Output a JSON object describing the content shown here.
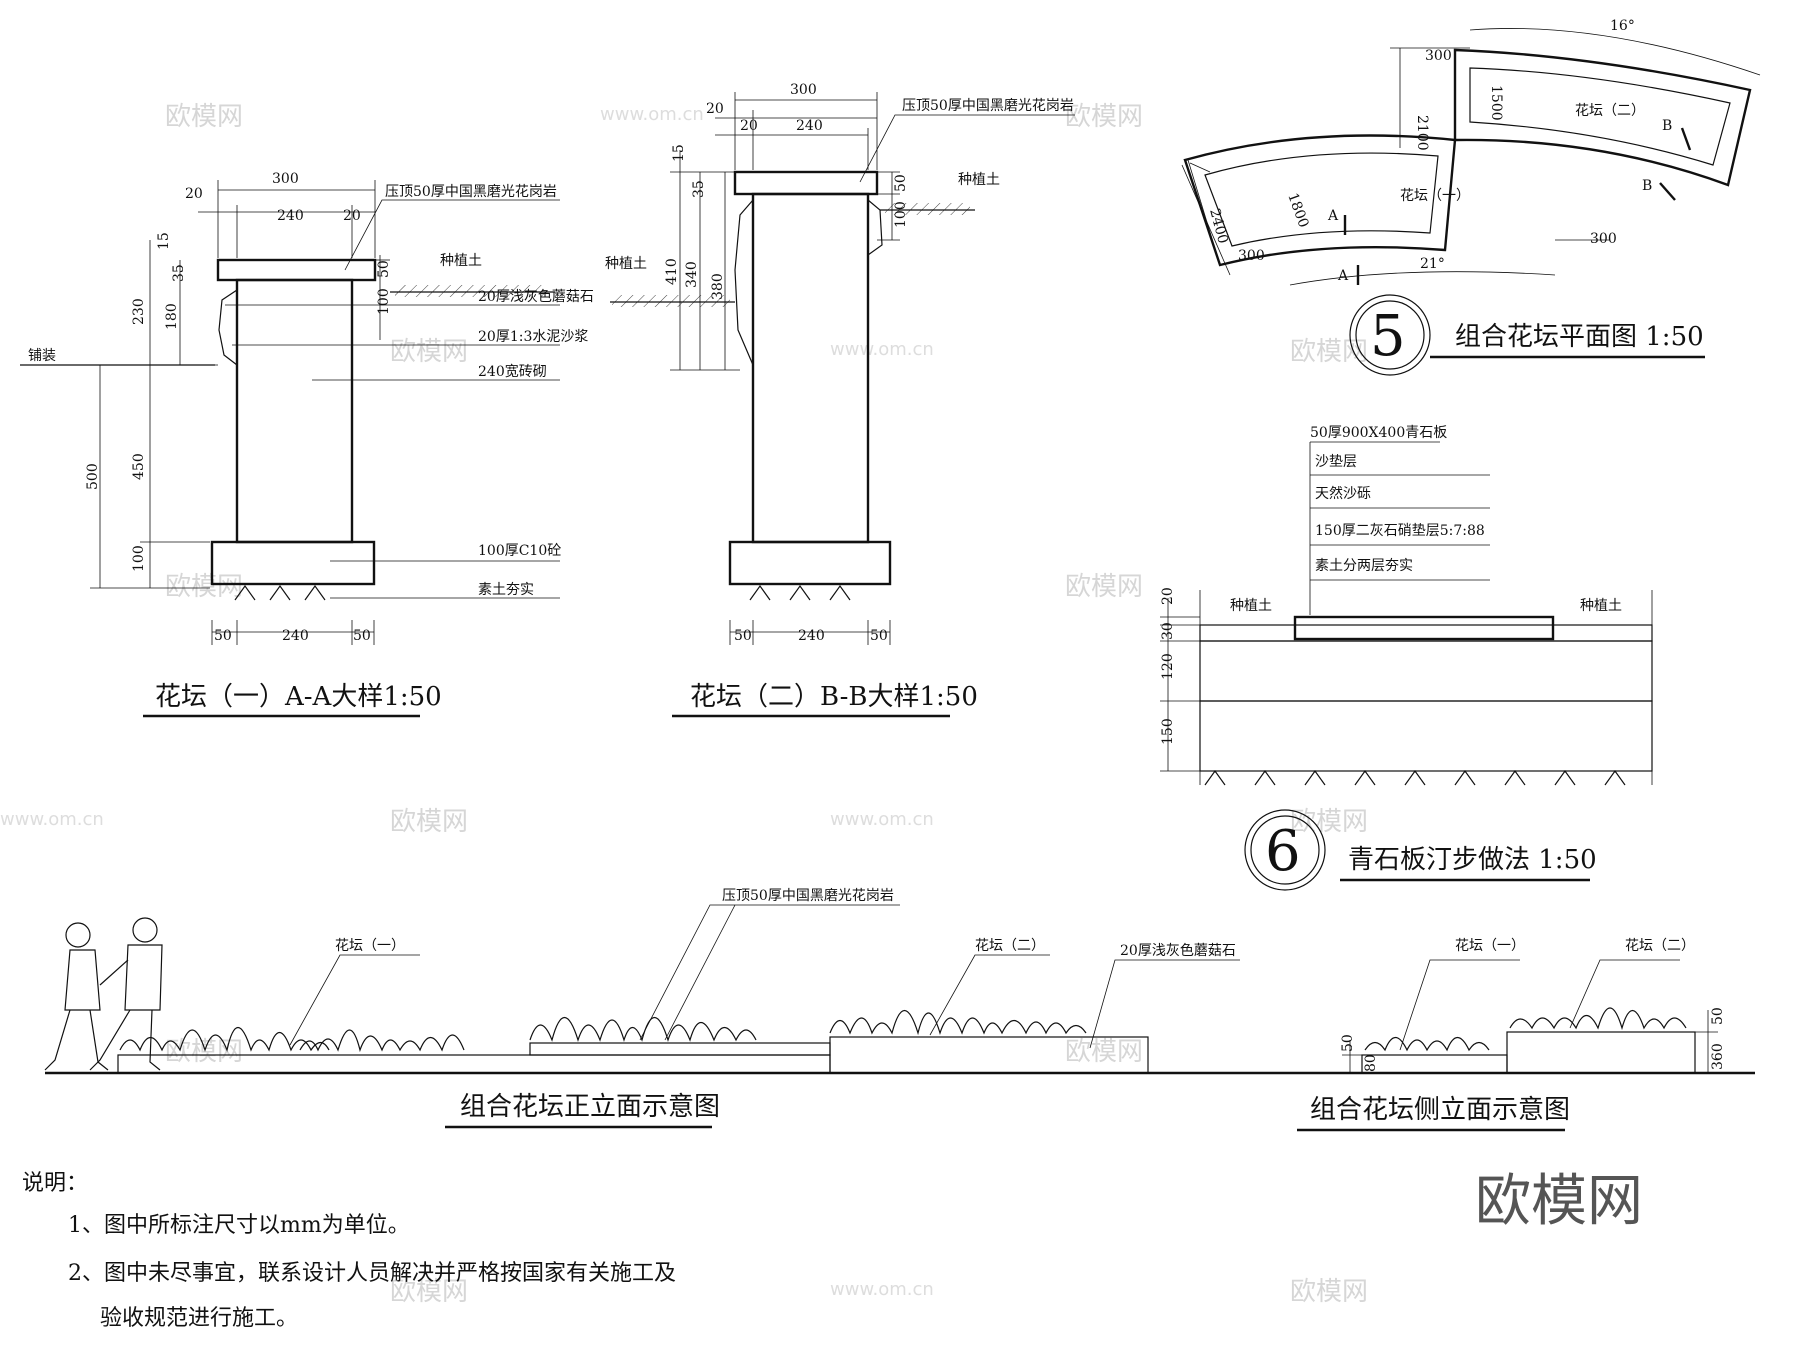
{
  "watermark": {
    "brand": "欧模网",
    "site": "www.om.cn"
  },
  "section_a": {
    "title": "花坛（一）A-A大样1:50",
    "labels": {
      "cap": "压顶50厚中国黑磨光花岗岩",
      "soil": "种植土",
      "pebble": "20厚浅灰色蘑菇石",
      "mortar": "20厚1:3水泥沙浆",
      "brick": "240宽砖砌",
      "concrete": "100厚C10砼",
      "base": "素土夯实",
      "paving": "铺装"
    },
    "dims": {
      "w300": "300",
      "w20a": "20",
      "w240": "240",
      "w20b": "20",
      "h15": "15",
      "h35": "35",
      "h230": "230",
      "h180": "180",
      "h500": "500",
      "h450": "450",
      "h100": "100",
      "h50": "50",
      "h100b": "100",
      "b50a": "50",
      "b240": "240",
      "b50b": "50"
    }
  },
  "section_b": {
    "title": "花坛（二）B-B大样1:50",
    "labels": {
      "cap": "压顶50厚中国黑磨光花岗岩",
      "soil": "种植土",
      "soil2": "种植土"
    },
    "dims": {
      "w300": "300",
      "w20": "20",
      "w20b": "20",
      "w240": "240",
      "h15": "15",
      "h35": "35",
      "h410": "410",
      "h340": "340",
      "h380": "380",
      "h50": "50",
      "h100": "100",
      "b50a": "50",
      "b240": "240",
      "b50b": "50"
    }
  },
  "plan": {
    "number": "5",
    "title": "组合花坛平面图  1:50",
    "bed1": "花坛（一）",
    "bed2": "花坛（二）",
    "dims": {
      "a16": "16°",
      "a21": "21°",
      "d300a": "300",
      "d2100": "2100",
      "d1500": "1500",
      "d1800": "1800",
      "d2400": "2400",
      "d300b": "300",
      "d300c": "300"
    },
    "marks": {
      "a": "A",
      "b": "B"
    }
  },
  "stepping": {
    "number": "6",
    "title": "青石板汀步做法  1:50",
    "layers": [
      "50厚900X400青石板",
      "沙垫层",
      "天然沙砾",
      "150厚二灰石硝垫层5:7:88",
      "素土分两层夯实"
    ],
    "soil_left": "种植土",
    "soil_right": "种植土",
    "dims": {
      "d20": "20",
      "d30": "30",
      "d120": "120",
      "d150": "150"
    }
  },
  "front_elev": {
    "title": "组合花坛正立面示意图",
    "labels": {
      "bed1": "花坛（一）",
      "cap": "压顶50厚中国黑磨光花岗岩",
      "bed2": "花坛（二）",
      "pebble": "20厚浅灰色蘑菇石"
    }
  },
  "side_elev": {
    "title": "组合花坛侧立面示意图",
    "labels": {
      "bed1": "花坛（一）",
      "bed2": "花坛（二）"
    },
    "dims": {
      "d50": "50",
      "d80": "80",
      "d50b": "50",
      "d360": "360"
    }
  },
  "notes": {
    "heading": "说明：",
    "items": [
      "1、图中所标注尺寸以mm为单位。",
      "2、图中未尽事宜，联系设计人员解决并严格按国家有关施工及",
      "验收规范进行施工。"
    ]
  },
  "logo": "欧模网"
}
